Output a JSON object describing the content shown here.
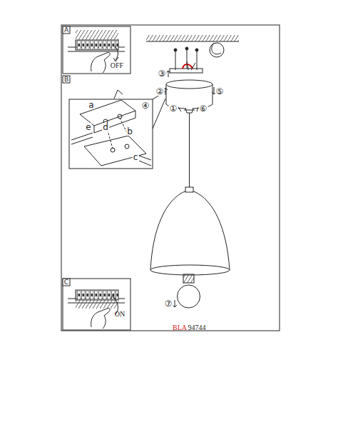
{
  "diagram": {
    "labels": [
      "A",
      "OFF",
      "B",
      "④",
      "a",
      "d",
      "b",
      "e",
      "c",
      "③",
      "②",
      "⑤",
      "①",
      "⑥",
      "⑦",
      "C",
      "ON",
      "BLA",
      "94744"
    ]
  }
}
